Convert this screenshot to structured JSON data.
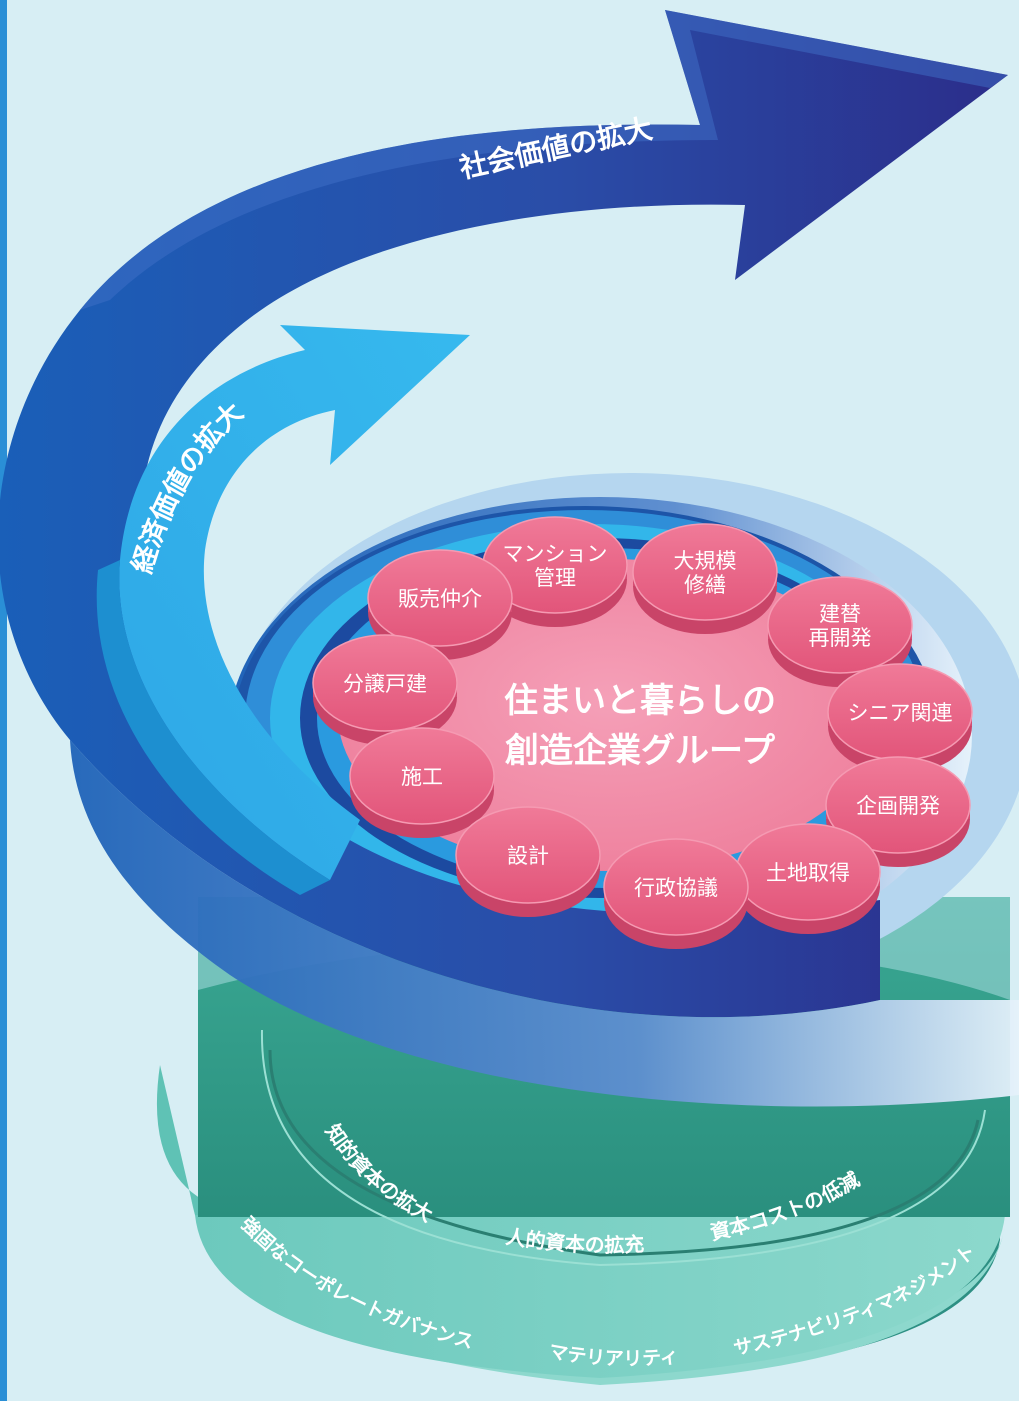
{
  "diagram": {
    "center_title": [
      "住まいと暮らしの",
      "創造企業グループ"
    ],
    "outer_arrow_label": "社会価値の拡大",
    "inner_arrow_label": "経済価値の拡大",
    "businesses": [
      [
        "販売仲介"
      ],
      [
        "マンション",
        "管理"
      ],
      [
        "大規模",
        "修繕"
      ],
      [
        "建替",
        "再開発"
      ],
      [
        "シニア関連"
      ],
      [
        "企画開発"
      ],
      [
        "土地取得"
      ],
      [
        "行政協議"
      ],
      [
        "設計"
      ],
      [
        "施工"
      ],
      [
        "分譲戸建"
      ]
    ],
    "capital_ring": [
      "知的資本の拡大",
      "人的資本の拡充",
      "資本コストの低減"
    ],
    "governance_ring": [
      "強固なコーポレートガバナンス",
      "マテリアリティ",
      "サステナビリティマネジメント"
    ],
    "colors": {
      "background": "#d7eef4",
      "pink_disc": "#ee6b8c",
      "pink_center": "#f28aa6",
      "blue_ring": "#1f63b8",
      "light_blue_ring": "#32b6ea",
      "dark_navy": "#2a2f8c",
      "teal_dark": "#2f9c88",
      "teal_light": "#78cfc3"
    }
  }
}
